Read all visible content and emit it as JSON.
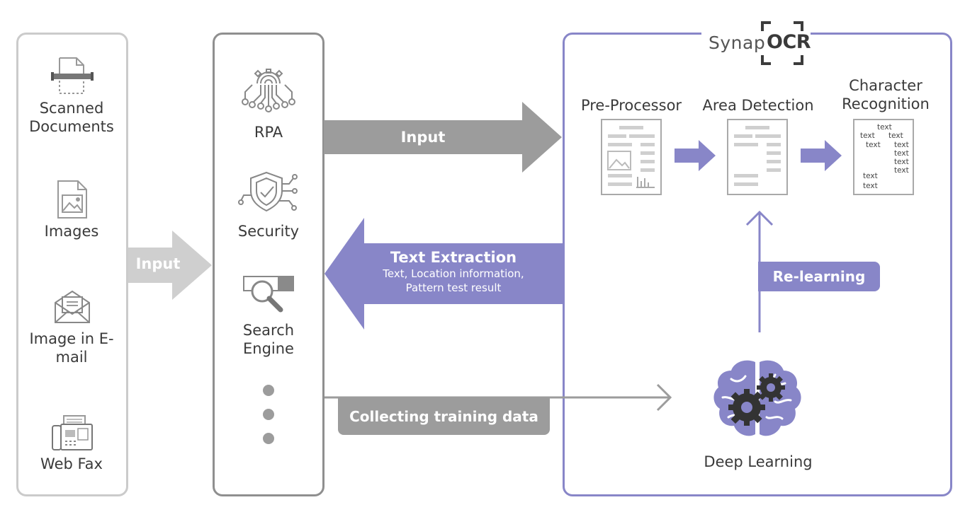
{
  "colors": {
    "gray_panel": "#c8c8c8",
    "mid_panel": "#8e8e8e",
    "purple": "#8886c8",
    "purple_dark": "#7a78be",
    "gray_arrow": "#9c9c9c",
    "light_arrow": "#cfcfcf"
  },
  "sources": {
    "scanned": "Scanned Documents",
    "images": "Images",
    "email": "Image in E-mail",
    "fax": "Web Fax"
  },
  "systems": {
    "rpa": "RPA",
    "security": "Security",
    "search": "Search Engine"
  },
  "arrows": {
    "left_input": "Input",
    "top_input": "Input",
    "extraction_title": "Text Extraction",
    "extraction_line1": "Text, Location information,",
    "extraction_line2": "Pattern test result",
    "collecting": "Collecting training data",
    "relearning": "Re-learning"
  },
  "ocr": {
    "brand_prefix": "Synap",
    "brand_suffix": "OCR",
    "steps": [
      "Pre-Processor",
      "Area Detection",
      "Character Recognition"
    ],
    "deep_learning": "Deep Learning",
    "text_word": "text"
  }
}
